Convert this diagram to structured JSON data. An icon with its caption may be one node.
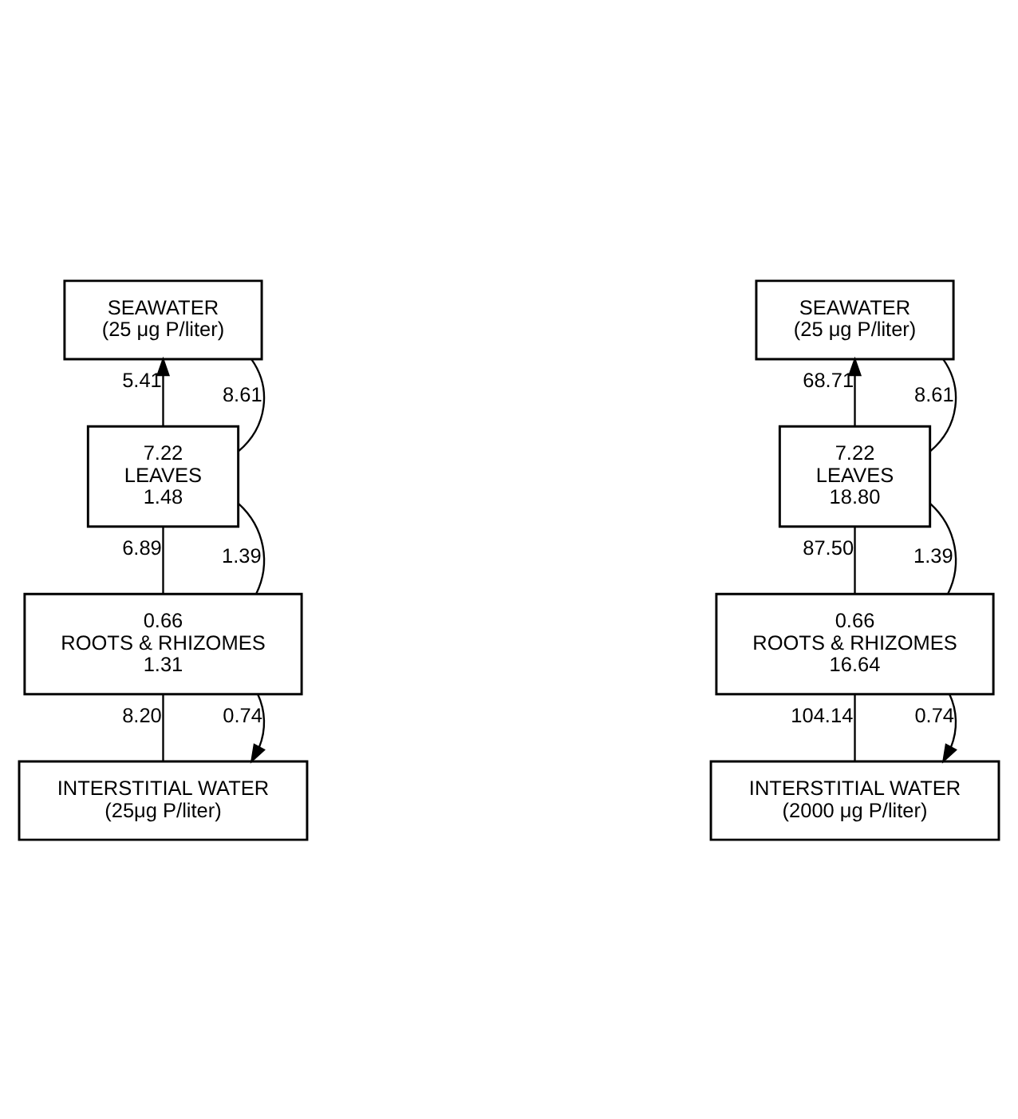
{
  "diagram": {
    "nodes": [
      {
        "text": [
          "SEAWATER",
          "(25 μg P/liter)"
        ]
      },
      {
        "text": [
          "SEAWATER",
          "(25 μg P/liter)"
        ]
      },
      {
        "text": [
          "7.22",
          "LEAVES",
          "1.48"
        ]
      },
      {
        "text": [
          "7.22",
          "LEAVES",
          "18.80"
        ]
      },
      {
        "text": [
          "0.66",
          "ROOTS & RHIZOMES",
          "1.31"
        ]
      },
      {
        "text": [
          "0.66",
          "ROOTS & RHIZOMES",
          "16.64"
        ]
      },
      {
        "text": [
          "INTERSTITIAL WATER",
          "(25μg P/liter)"
        ]
      },
      {
        "text": [
          "INTERSTITIAL WATER",
          "(2000 μg P/liter)"
        ]
      }
    ],
    "edges": [
      {
        "from": 2,
        "to": 0,
        "arrow": "to",
        "label": "5.41"
      },
      {
        "from": 0,
        "to": 2,
        "arrow": "none",
        "label": "8.61"
      },
      {
        "from": 4,
        "to": 2,
        "arrow": "none",
        "label": "6.89"
      },
      {
        "from": 2,
        "to": 4,
        "arrow": "none",
        "label": "1.39"
      },
      {
        "from": 6,
        "to": 4,
        "arrow": "none",
        "label": "8.20"
      },
      {
        "from": 4,
        "to": 6,
        "arrow": "to",
        "label": "0.74"
      },
      {
        "from": 3,
        "to": 1,
        "arrow": "to",
        "label": "68.71"
      },
      {
        "from": 1,
        "to": 3,
        "arrow": "none",
        "label": "8.61"
      },
      {
        "from": 5,
        "to": 3,
        "arrow": "none",
        "label": "87.50"
      },
      {
        "from": 3,
        "to": 5,
        "arrow": "none",
        "label": "1.39"
      },
      {
        "from": 7,
        "to": 5,
        "arrow": "none",
        "label": "104.14"
      },
      {
        "from": 5,
        "to": 7,
        "arrow": "to",
        "label": "0.74"
      }
    ]
  }
}
